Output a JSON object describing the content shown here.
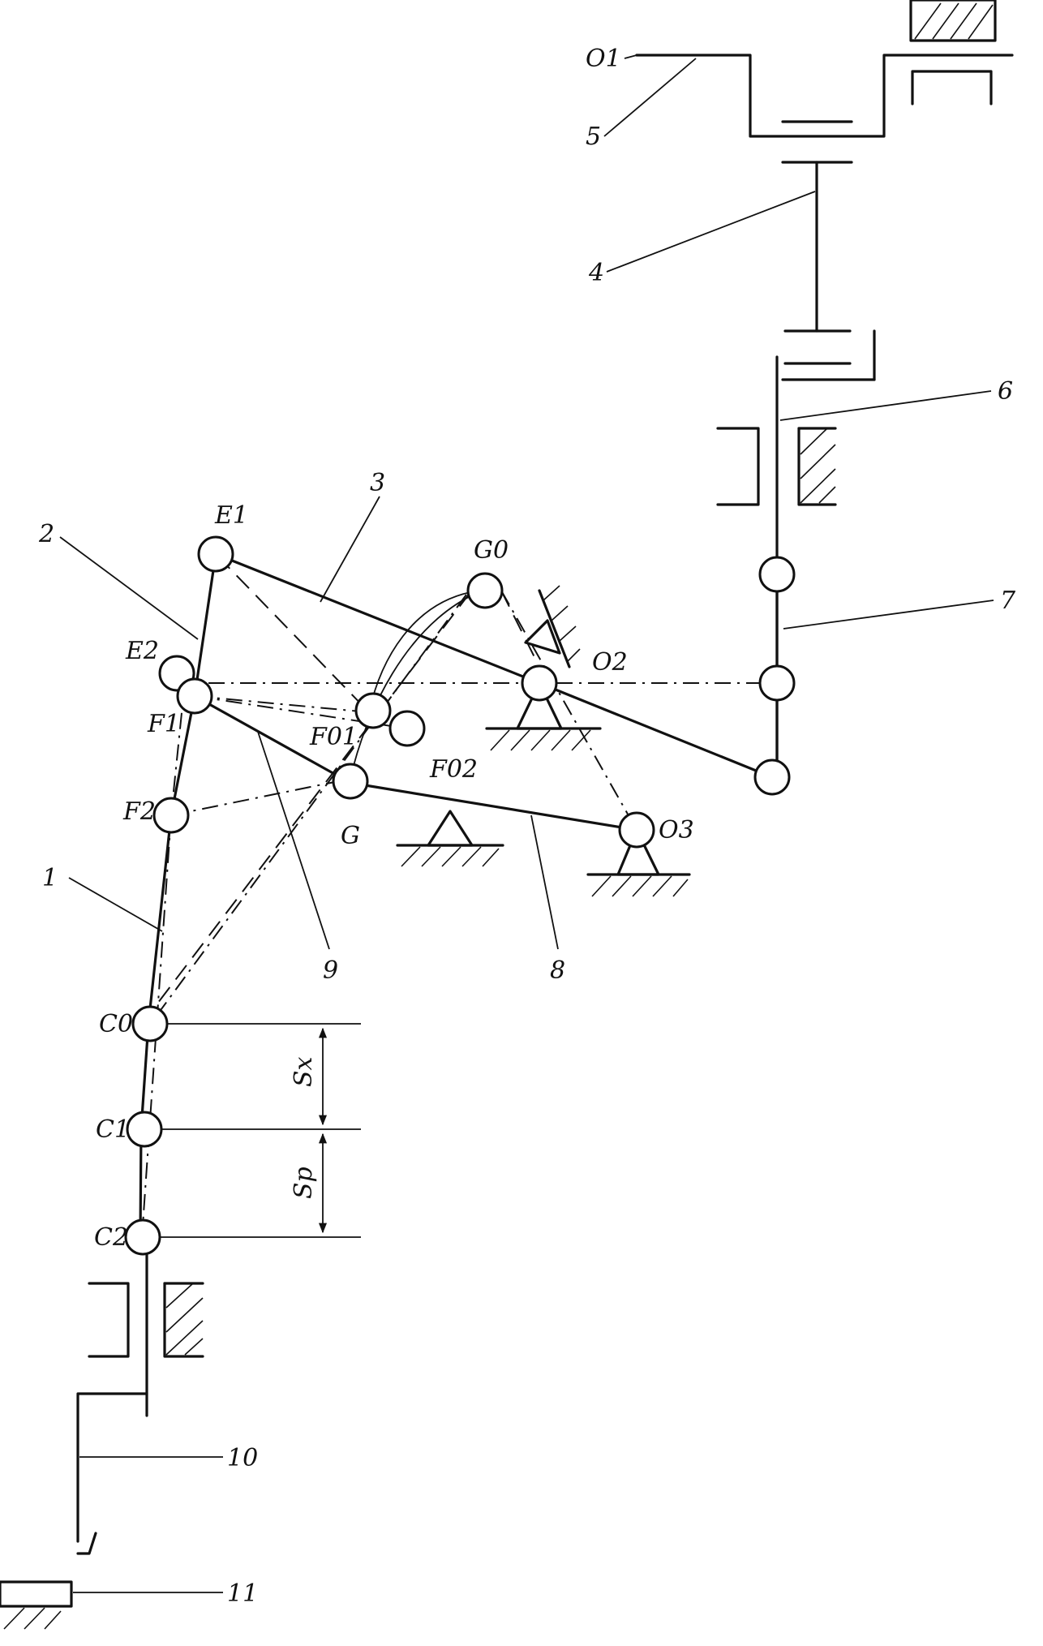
{
  "points": {
    "O1": "O1",
    "O2": "O2",
    "O3": "O3",
    "E1": "E1",
    "E2": "E2",
    "F1": "F1",
    "F2": "F2",
    "F01": "F01",
    "F02": "F02",
    "G": "G",
    "G0": "G0",
    "C0": "C0",
    "C1": "C1",
    "C2": "C2"
  },
  "parts": [
    "1",
    "2",
    "3",
    "4",
    "5",
    "6",
    "7",
    "8",
    "9",
    "10",
    "11"
  ],
  "dimensions": {
    "sx": "Sx",
    "sp": "Sp"
  }
}
